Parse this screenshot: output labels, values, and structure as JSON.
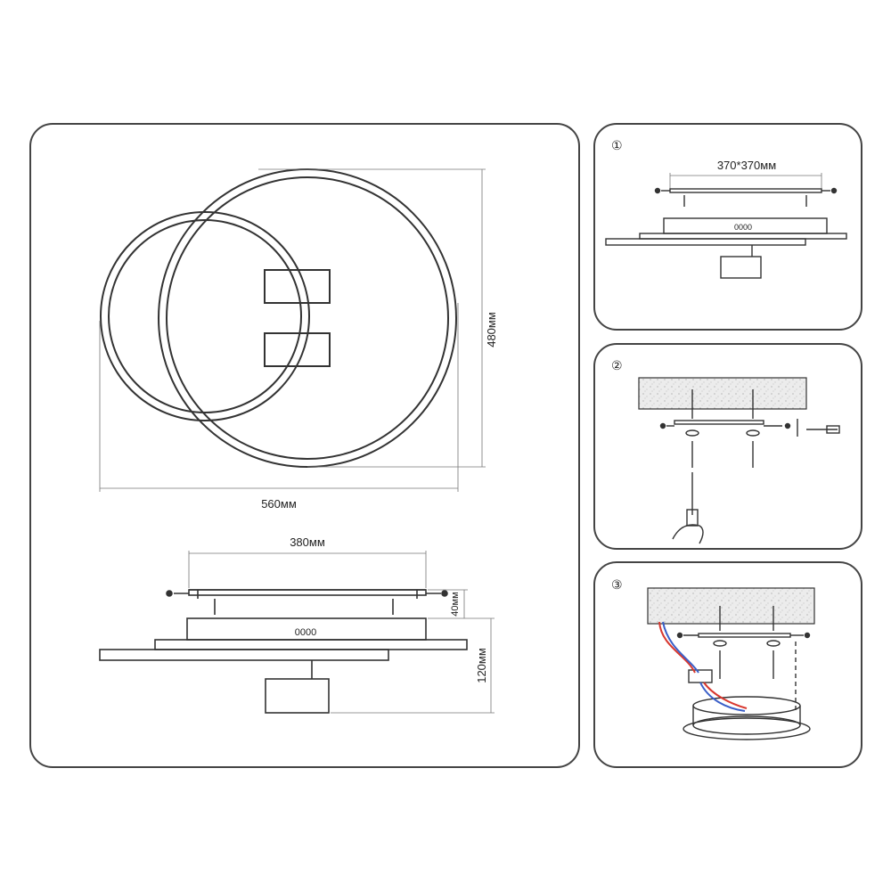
{
  "main": {
    "front_width": "560мм",
    "front_height": "480мм",
    "side_width": "380мм",
    "side_depth_base": "40мм",
    "side_depth_total": "120мм",
    "base_label": "0000"
  },
  "steps": [
    {
      "number": "①",
      "dimension": "370*370мм",
      "base_label": "0000"
    },
    {
      "number": "②"
    },
    {
      "number": "③"
    }
  ],
  "colors": {
    "line": "#333333",
    "wire_red": "#d8382f",
    "wire_blue": "#3a5fc8"
  }
}
